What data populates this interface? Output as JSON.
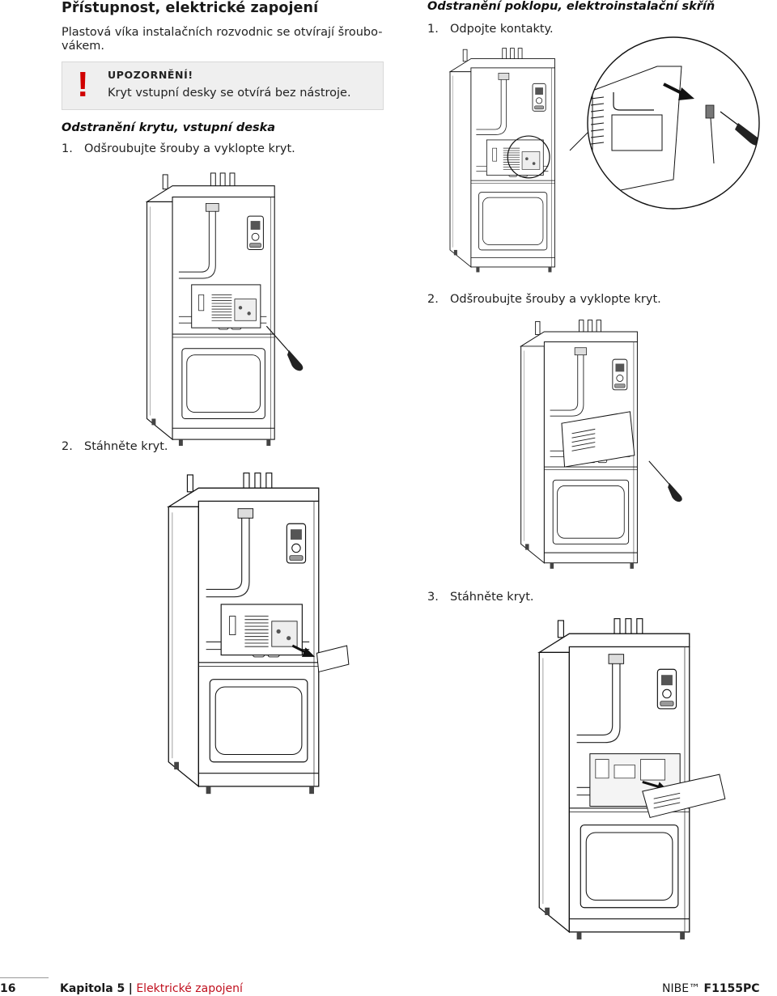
{
  "section": {
    "title": "Přístupnost, elektrické zapojení",
    "intro_line1": "Plastová víka instalačních rozvodnic se otvírají šroubo-",
    "intro_line2": "vákem."
  },
  "warning": {
    "title": "UPOZORNĚNÍ!",
    "text": "Kryt vstupní desky se otvírá bez nástroje."
  },
  "left": {
    "heading": "Odstranění krytu, vstupní deska",
    "steps": [
      {
        "num": "1.",
        "text": "Odšroubujte šrouby a vyklopte kryt."
      },
      {
        "num": "2.",
        "text": "Stáhněte kryt."
      }
    ]
  },
  "right": {
    "heading": "Odstranění poklopu, elektroinstalační skříň",
    "steps": [
      {
        "num": "1.",
        "text": "Odpojte kontakty."
      },
      {
        "num": "2.",
        "text": "Odšroubujte šrouby a vyklopte kryt."
      },
      {
        "num": "3.",
        "text": "Stáhněte kryt."
      }
    ]
  },
  "footer": {
    "page": "16",
    "chapter": "Kapitola 5",
    "separator": "|",
    "chapter_name": "Elektrické zapojení",
    "product_brand": "NIBE™",
    "product_model": "F1155PC"
  },
  "colors": {
    "warning_mark": "#d00000",
    "footer_accent": "#c0101e",
    "warning_bg": "#efefef"
  },
  "icons": [
    "exclamation-warning-icon",
    "screwdriver-icon",
    "arrow-icon"
  ]
}
